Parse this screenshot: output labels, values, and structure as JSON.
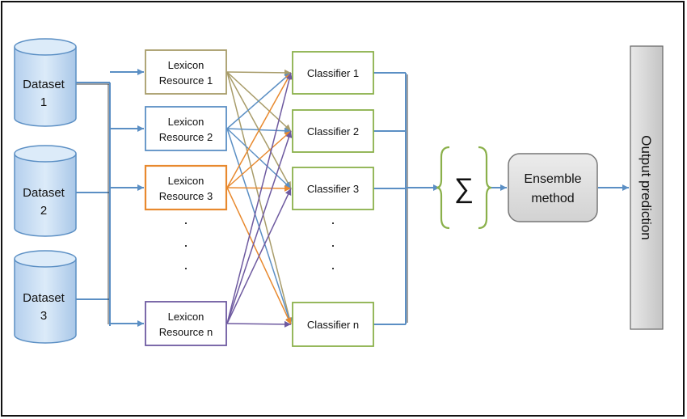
{
  "datasets": [
    {
      "line1": "Dataset",
      "line2": "1"
    },
    {
      "line1": "Dataset",
      "line2": "2"
    },
    {
      "line1": "Dataset",
      "line2": "3"
    }
  ],
  "lexicons": [
    {
      "line1": "Lexicon",
      "line2": "Resource 1",
      "color": "#a89c6a"
    },
    {
      "line1": "Lexicon",
      "line2": "Resource 2",
      "color": "#5b8fc4"
    },
    {
      "line1": "Lexicon",
      "line2": "Resource 3",
      "color": "#e8892e"
    },
    {
      "line1": "Lexicon",
      "line2": "Resource n",
      "color": "#6e5aa0"
    }
  ],
  "classifiers": [
    {
      "label": "Classifier 1"
    },
    {
      "label": "Classifier 2"
    },
    {
      "label": "Classifier 3"
    },
    {
      "label": "Classifier n"
    }
  ],
  "ellipsis_dots": ".",
  "sum_symbol": "∑",
  "ensemble": {
    "line1": "Ensemble",
    "line2": "method"
  },
  "output": {
    "label": "Output prediction"
  },
  "colors": {
    "connector_blue": "#5b8fc4",
    "dataset_fill": "#c6dcf2",
    "dataset_stroke": "#5b8fc4",
    "classifier_stroke": "#8ab04a",
    "sum_brace": "#8ab04a",
    "ensemble_fill": "#e0e0e0",
    "ensemble_stroke": "#777777",
    "output_fill": "#d8d8d8"
  }
}
